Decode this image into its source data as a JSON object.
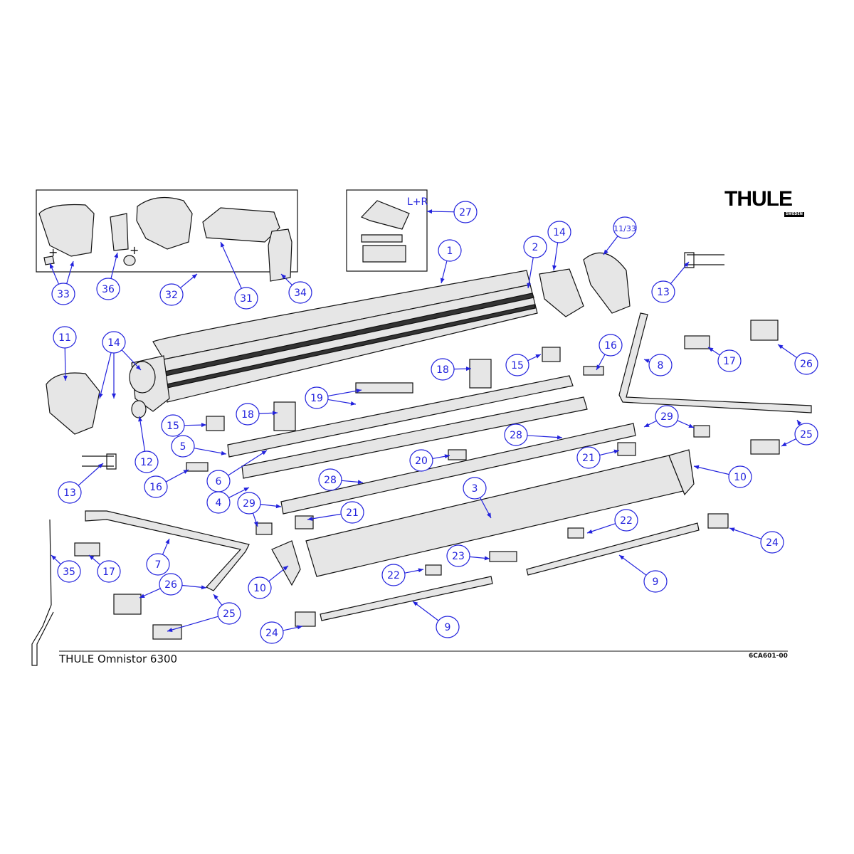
{
  "brand": {
    "logo": "THULE",
    "logo_sub": "SWEDEN"
  },
  "footer": {
    "title": "THULE Omnistor 6300",
    "code": "6CA601-00"
  },
  "inset": {
    "lr_label": "L+R",
    "plus_mark": "+"
  },
  "colors": {
    "callout": "#2222dd",
    "line": "#111111",
    "part_fill": "#e6e6e6"
  },
  "callouts": [
    "1",
    "2",
    "14",
    "11/33",
    "13",
    "8",
    "17",
    "26",
    "16",
    "15",
    "18",
    "19",
    "11",
    "14",
    "12",
    "15",
    "18",
    "5",
    "6",
    "16",
    "4",
    "13",
    "28",
    "20",
    "28",
    "29",
    "21",
    "10",
    "25",
    "3",
    "29",
    "21",
    "22",
    "24",
    "7",
    "17",
    "35",
    "26",
    "25",
    "10",
    "23",
    "22",
    "9",
    "9",
    "24",
    "33",
    "36",
    "32",
    "31",
    "34",
    "27"
  ]
}
